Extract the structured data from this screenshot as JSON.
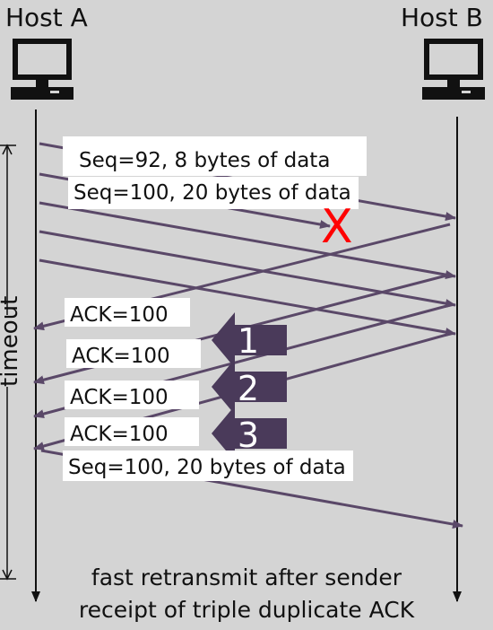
{
  "hosts": {
    "a_label": "Host A",
    "b_label": "Host B"
  },
  "messages": {
    "seq92": "Seq=92, 8 bytes of data",
    "seq100_first": "Seq=100, 20 bytes of data",
    "ack1": "ACK=100",
    "ack2": "ACK=100",
    "ack3": "ACK=100",
    "ack4": "ACK=100",
    "seq100_retransmit": "Seq=100, 20 bytes of data"
  },
  "duplicate_markers": [
    "1",
    "2",
    "3"
  ],
  "loss_marker": "X",
  "timeout_label": "timeout",
  "caption": {
    "line1": "fast retransmit after sender",
    "line2": "receipt of triple duplicate ACK"
  },
  "colors": {
    "background": "#d4d4d4",
    "arrow": "#5a4868",
    "loss_x": "#ff0000",
    "marker_fill": "#4a3a5a",
    "label_box": "#ffffff"
  }
}
